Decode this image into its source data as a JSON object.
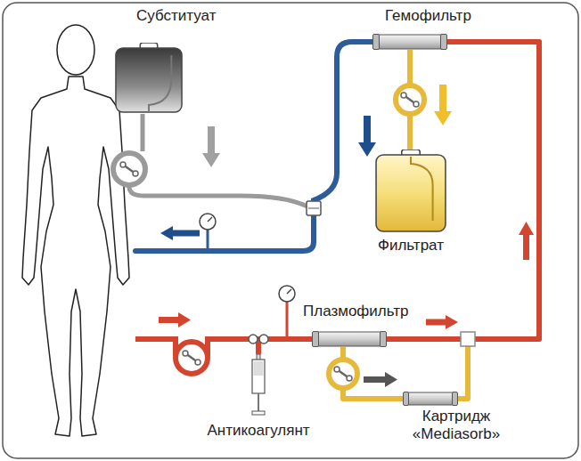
{
  "diagram": {
    "nodes": [
      {
        "text": [
          "Субституат"
        ]
      },
      {
        "text": [
          "Гемофильтр"
        ]
      },
      {
        "text": [
          "Фильтрат"
        ]
      },
      {
        "text": [
          "Плазмофильтр"
        ]
      },
      {
        "text": [
          "Антикоагулянт"
        ]
      },
      {
        "text": [
          "Картридж «Mediasorb»"
        ]
      }
    ],
    "edges": [
      {
        "from": 5,
        "to": 1,
        "arrow": "none"
      },
      {
        "from": 3,
        "to": 1,
        "arrow": "none"
      },
      {
        "from": 3,
        "to": 5,
        "arrow": "none"
      },
      {
        "from": 1,
        "to": 2,
        "arrow": "none"
      },
      {
        "from": 4,
        "to": 3,
        "arrow": "none"
      }
    ]
  }
}
